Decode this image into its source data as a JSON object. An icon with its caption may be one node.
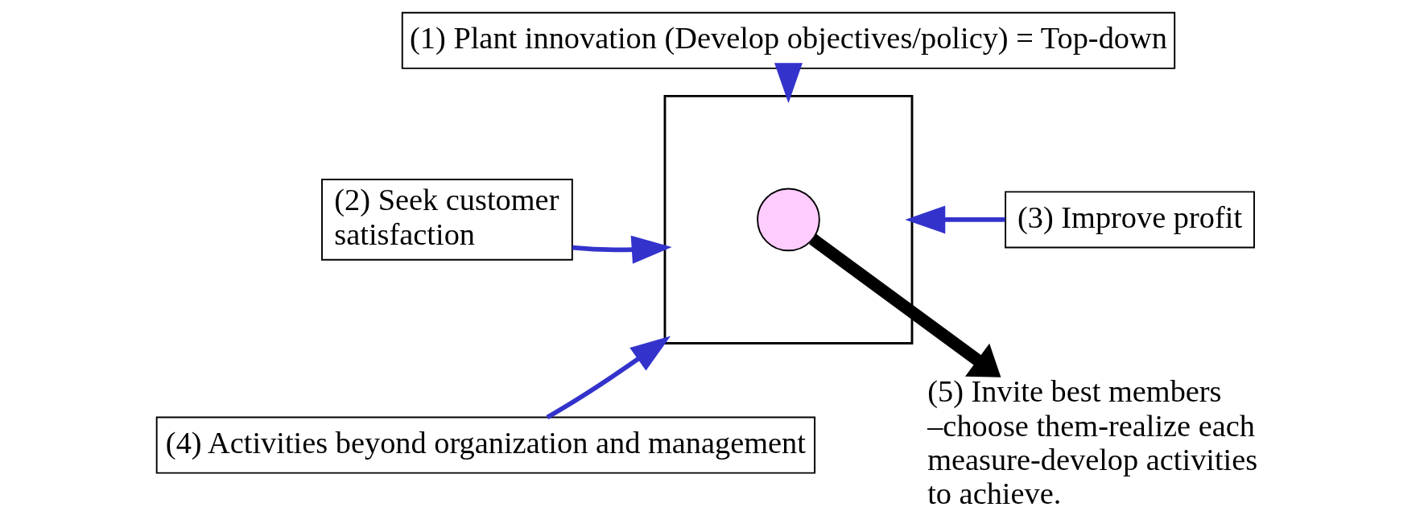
{
  "diagram": {
    "nodes": [
      {
        "text": [
          "(1) Plant innovation (Develop objectives/policy) = Top-down"
        ]
      },
      {
        "text": [
          "(2) Seek customer satisfaction"
        ]
      },
      {
        "text": [],
        "shape": "box"
      },
      {
        "text": [],
        "shape": "circle",
        "in": 2
      },
      {
        "text": [
          "(3) Improve profit"
        ]
      },
      {
        "text": [
          "(5) Invite best members –choose them-realize each measure-develop activities to achieve."
        ]
      },
      {
        "text": [
          "(4) Activities beyond organization and management"
        ]
      }
    ],
    "edges": [
      {
        "from": 0,
        "to": 2,
        "arrow": "to"
      },
      {
        "from": 1,
        "to": 2,
        "arrow": "to"
      },
      {
        "from": 4,
        "to": 2,
        "arrow": "to"
      },
      {
        "from": 6,
        "to": 2,
        "arrow": "to"
      },
      {
        "from": 3,
        "to": 5,
        "arrow": "to",
        "style": "thick",
        "color": "#000000"
      }
    ]
  }
}
